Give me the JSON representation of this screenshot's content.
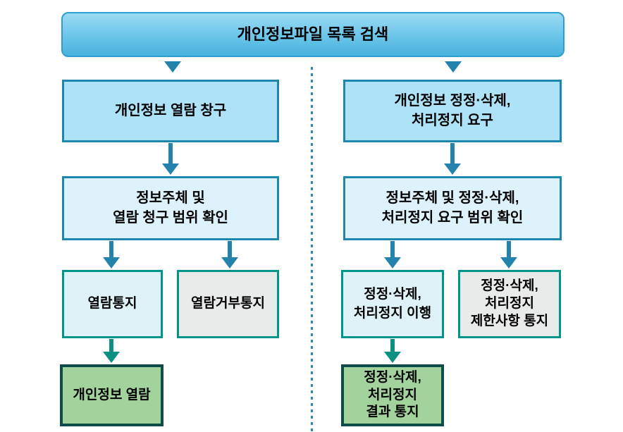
{
  "diagram": {
    "title": "개인정보파일 목록 검색",
    "left": {
      "step1": "개인정보 열람 창구",
      "step2": "정보주체 및\n열람 청구 범위 확인",
      "notice": "열람통지",
      "refusal": "열람거부통지",
      "result": "개인정보 열람"
    },
    "right": {
      "step1": "개인정보 정정·삭제,\n처리정지 요구",
      "step2": "정보주체 및 정정·삭제,\n처리정지 요구 범위 확인",
      "fulfill": "정정·삭제,\n처리정지 이행",
      "restrict": "정정·삭제,\n처리정지\n제한사항 통지",
      "result": "정정·삭제,\n처리정지\n결과 통지"
    },
    "colors": {
      "header_top": "#9bdbf3",
      "header_mid": "#6ac5e9",
      "header_bottom": "#49b2dd",
      "header_border": "#2b9fcf",
      "blue_fill": "#aee2f7",
      "blue_border": "#1d87b0",
      "pale_fill": "#def2fb",
      "pale_cyan_fill": "#def2f8",
      "gray_fill": "#e9eaea",
      "teal_border": "#00958a",
      "green_fill": "#a3d39c",
      "green_border": "#0d4c49",
      "arrow_blue": "#2383ac",
      "arrow_teal": "#0b9184",
      "divider": "#2e8cb4",
      "text": "#000000"
    }
  }
}
